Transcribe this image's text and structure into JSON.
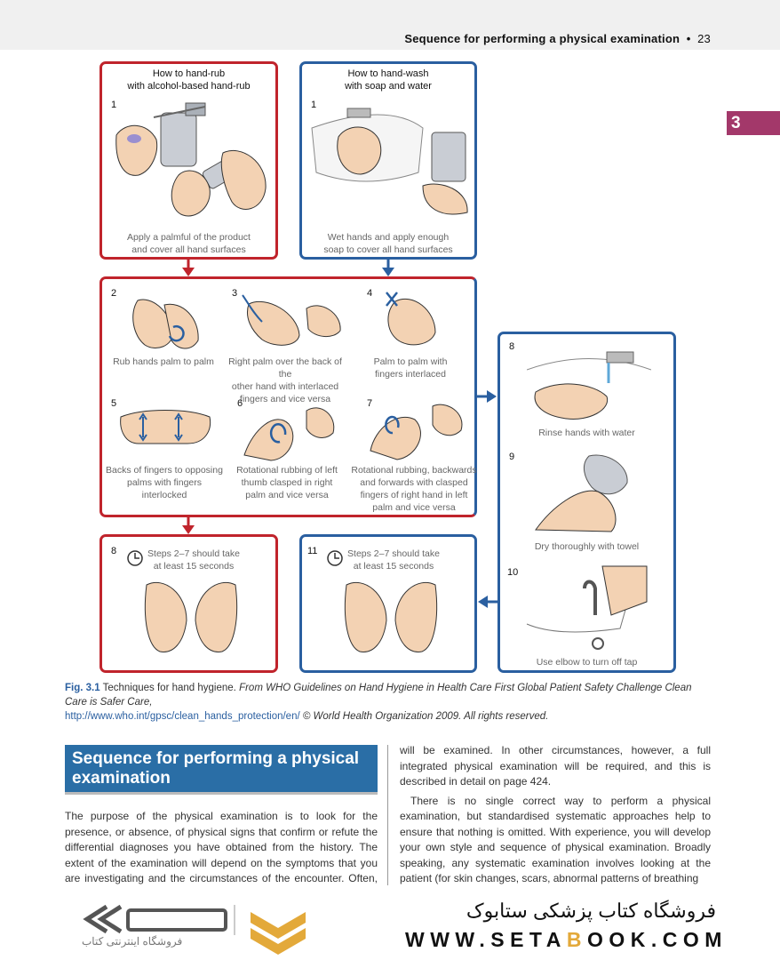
{
  "header": {
    "running_title": "Sequence for performing a physical examination",
    "bullet": "•",
    "page_number": "23"
  },
  "chapter_tab": "3",
  "figure": {
    "handrub_title_line1": "How to hand-rub",
    "handrub_title_line2": "with alcohol-based hand-rub",
    "handwash_title_line1": "How to hand-wash",
    "handwash_title_line2": "with soap and water",
    "steps": [
      {
        "num": "1",
        "cap1": "Apply a palmful of the product",
        "cap2": "and cover all hand surfaces"
      },
      {
        "num": "1",
        "cap1": "Wet hands and apply enough",
        "cap2": "soap to cover all hand surfaces"
      },
      {
        "num": "2",
        "cap1": "Rub hands palm to palm"
      },
      {
        "num": "3",
        "cap1": "Right palm over the back of the",
        "cap2": "other hand with interlaced",
        "cap3": "fingers and vice versa"
      },
      {
        "num": "4",
        "cap1": "Palm to palm with",
        "cap2": "fingers interlaced"
      },
      {
        "num": "5",
        "cap1": "Backs of fingers to opposing",
        "cap2": "palms with fingers interlocked"
      },
      {
        "num": "6",
        "cap1": "Rotational rubbing of left",
        "cap2": "thumb clasped in right",
        "cap3": "palm and vice versa"
      },
      {
        "num": "7",
        "cap1": "Rotational rubbing, backwards",
        "cap2": "and forwards with clasped",
        "cap3": "fingers of right hand in left",
        "cap4": "palm and vice versa"
      },
      {
        "num": "8",
        "cap1": "Rinse hands with water"
      },
      {
        "num": "9",
        "cap1": "Dry thoroughly with towel"
      },
      {
        "num": "10",
        "cap1": "Use elbow to turn off tap"
      },
      {
        "num": "8",
        "cap1": "Steps 2–7 should take",
        "cap2": "at least 15 seconds"
      },
      {
        "num": "11",
        "cap1": "Steps 2–7 should take",
        "cap2": "at least 15 seconds"
      }
    ]
  },
  "figure_caption": {
    "label": "Fig. 3.1",
    "text": " Techniques for hand hygiene. ",
    "source_italic": "From WHO Guidelines on Hand Hygiene in Health Care First Global Patient Safety Challenge Clean Care is Safer Care,",
    "url": "http://www.who.int/gpsc/clean_hands_protection/en/",
    "copyright": " © World Health Organization 2009. All rights reserved."
  },
  "section": {
    "heading": "Sequence for performing a physical examination",
    "left_para": "The purpose of the physical examination is to look for the presence, or absence, of physical signs that confirm or refute the differential diagnoses you have obtained from the history. The extent of the examination will depend on the symptoms that you are investigating and the circumstances of the encounter. Often, in a brief, focused",
    "right_para1": "will be examined. In other circumstances, however, a full integrated physical examination will be required, and this is described in detail on page 424.",
    "right_para2": "There is no single correct way to perform a physical examination, but standardised systematic approaches help to ensure that nothing is omitted. With experience, you will develop your own style and sequence of physical examination. Broadly speaking, any systematic examination involves looking at the patient (for skin changes, scars, abnormal patterns of breathing"
  },
  "footer": {
    "store_name": "فروشگاه کتاب پزشکی ستابوک",
    "site_pre": "WWW.SETA",
    "site_hl": "B",
    "site_post": "OOK.COM",
    "logo_tagline": "فروشگاه اینترنتی کتاب"
  },
  "colors": {
    "red": "#c0242c",
    "blue": "#2a5fa0",
    "chapter": "#a3386a",
    "banner": "#2a6ea6",
    "accent": "#e3a93a"
  }
}
